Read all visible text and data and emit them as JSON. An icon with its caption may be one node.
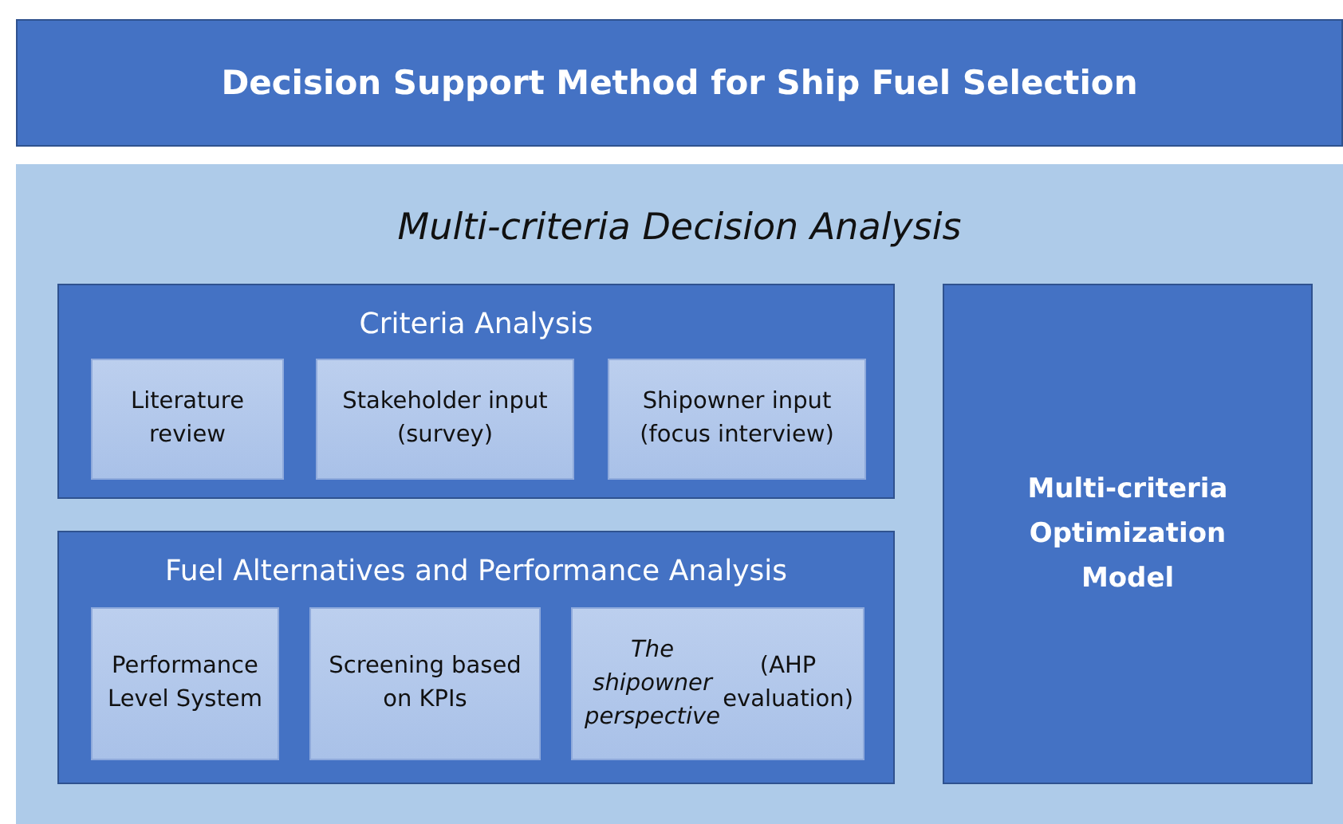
{
  "diagram": {
    "nodes": [
      {
        "text": [
          "Decision Support Method for Ship Fuel Selection"
        ]
      },
      {
        "text": [
          "Multi-criteria Decision Analysis"
        ]
      },
      {
        "text": [
          "Criteria Analysis"
        ],
        "in": 1
      },
      {
        "text": [
          "Literature review"
        ],
        "in": 2
      },
      {
        "text": [
          "Stakeholder input (survey)"
        ],
        "in": 2
      },
      {
        "text": [
          "Shipowner input (focus interview)"
        ],
        "in": 2
      },
      {
        "text": [
          "Fuel Alternatives and Performance Analysis"
        ],
        "in": 1
      },
      {
        "text": [
          "Performance Level System"
        ],
        "in": 6
      },
      {
        "text": [
          "Screening based on KPIs"
        ],
        "in": 6
      },
      {
        "text": [
          "*The shipowner perspective* (AHP evaluation)"
        ],
        "in": 6
      },
      {
        "text": [
          "Multi-criteria Optimization Model"
        ],
        "in": 1
      }
    ],
    "edges": []
  }
}
